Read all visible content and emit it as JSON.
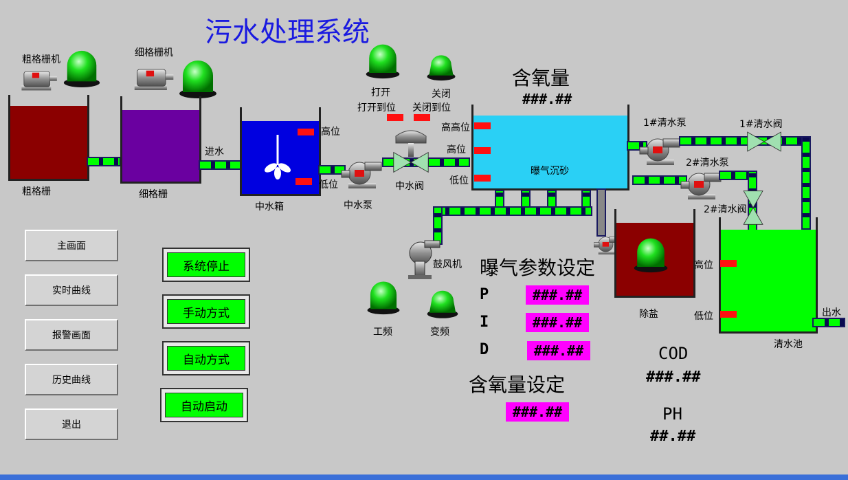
{
  "title": "污水处理系统",
  "equipment": {
    "coarse_motor": "粗格栅机",
    "fine_motor": "细格栅机",
    "coarse_screen": "粗格栅",
    "fine_screen": "细格栅",
    "inlet": "进水",
    "mid_tank": "中水箱",
    "mid_pump": "中水泵",
    "mid_valve": "中水阀",
    "aeration": "曝气沉砂",
    "blower": "鼓风机",
    "desalt": "除盐",
    "clear_pool": "清水池",
    "outlet": "出水",
    "pump1": "1#清水泵",
    "pump2": "2#清水泵",
    "valve1": "1#清水阀",
    "valve2": "2#清水阀"
  },
  "levels": {
    "high": "高位",
    "low": "低位",
    "high_high": "高高位"
  },
  "valve_indicators": {
    "open": "打开",
    "close": "关闭",
    "open_done": "打开到位",
    "close_done": "关闭到位"
  },
  "freq": {
    "power": "工频",
    "variable": "变频"
  },
  "oxygen": {
    "label": "含氧量",
    "value": "###.##"
  },
  "aeration_params": {
    "title": "曝气参数设定",
    "p_label": "P",
    "i_label": "I",
    "d_label": "D",
    "p_value": "###.##",
    "i_value": "###.##",
    "d_value": "###.##"
  },
  "oxygen_setpoint": {
    "label": "含氧量设定",
    "value": "###.##"
  },
  "cod": {
    "label": "COD",
    "value": "###.##"
  },
  "ph": {
    "label": "PH",
    "value": "##.##"
  },
  "nav": {
    "main": "主画面",
    "realtime": "实时曲线",
    "alarm": "报警画面",
    "history": "历史曲线",
    "exit": "退出"
  },
  "modes": {
    "stop": "系统停止",
    "manual": "手动方式",
    "auto": "自动方式",
    "auto_start": "自动启动"
  },
  "colors": {
    "coarse_tank": "#8b0000",
    "fine_tank": "#6a00a0",
    "mid_tank": "#0000e0",
    "aeration_tank": "#2ad0f5",
    "desalt_tank": "#8b0000",
    "clear_pool": "#00ff00",
    "setpoint_box": "#ff00ff",
    "lamp_on": "#00e000"
  }
}
